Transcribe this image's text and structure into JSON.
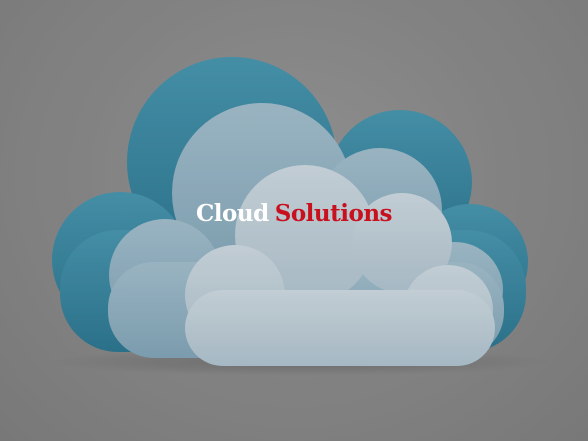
{
  "headline": {
    "word1": "Cloud",
    "word2": "Solutions"
  },
  "colors": {
    "background": "#8e8e8e",
    "back_cloud": "#3f8ea8",
    "middle_cloud": "#8fb2c4",
    "front_cloud": "#c2d2dc",
    "headline_primary": "#ffffff",
    "headline_accent": "#c8101e"
  },
  "illustration": "three-layered-cloud"
}
